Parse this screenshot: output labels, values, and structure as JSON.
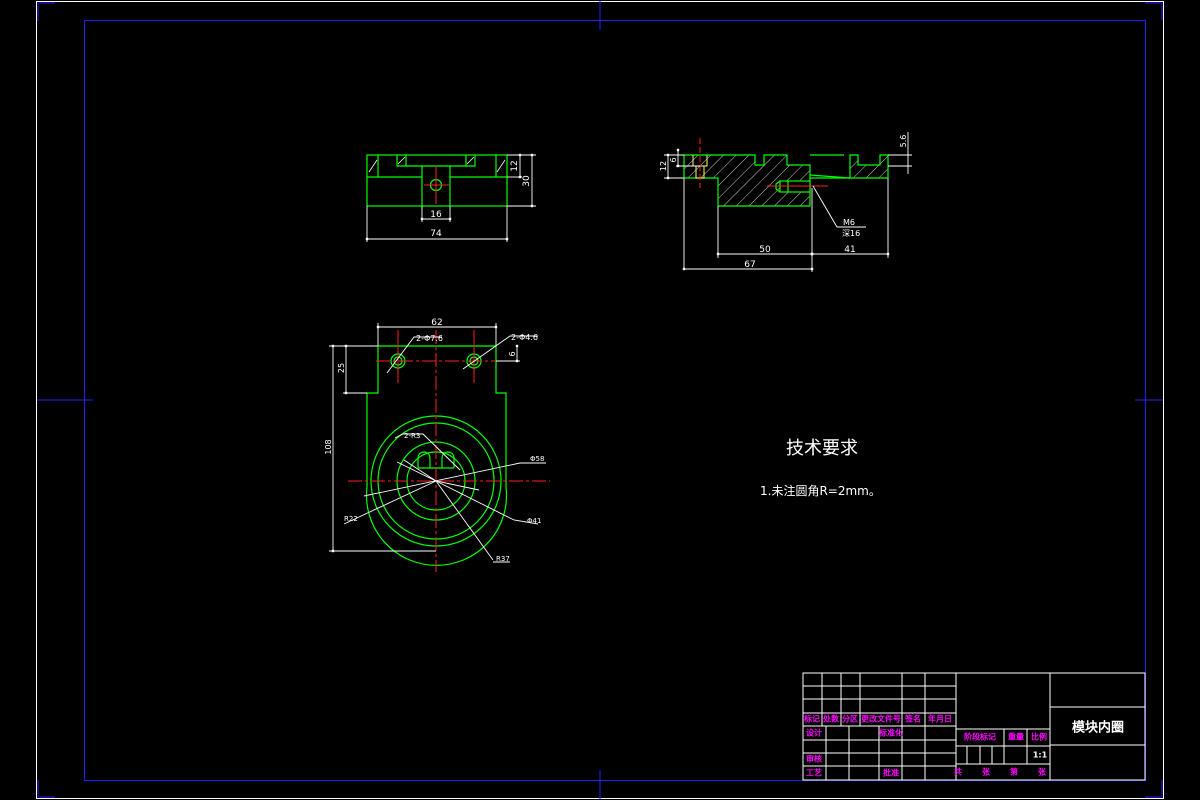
{
  "drawing": {
    "background": "#000000",
    "colors": {
      "outline": "#00ff00",
      "dimension": "#ffffff",
      "centerline": "#ff0000",
      "frame": "#1a1aff",
      "titleblock_text": "#ff00ff",
      "hatch_detail": "#ffff66"
    }
  },
  "top_view": {
    "dimensions": {
      "width": "74",
      "hole_span": "16",
      "height_small": "12",
      "height_total": "30"
    }
  },
  "section_view": {
    "dimensions": {
      "left_h": "12",
      "left_h2": "6",
      "right_h": "5.6",
      "span_a": "50",
      "span_b": "41",
      "span_c": "67"
    },
    "callout": {
      "thread": "M6",
      "depth": "深16"
    }
  },
  "plan_view": {
    "dimensions": {
      "width": "62",
      "top_depth": "25",
      "hole_offset": "6",
      "total_height": "108",
      "hole_left": "2-Φ7.6",
      "hole_right": "2-Φ4.6",
      "slot": "2-R3",
      "d_outer": "Φ58",
      "d_inner": "Φ41",
      "r_a": "R22",
      "r_b": "R37"
    }
  },
  "notes": {
    "title": "技术要求",
    "items": [
      "1.未注圆角R=2mm。"
    ]
  },
  "title_block": {
    "drawing_name": "模块内圈",
    "scale": "1:1",
    "headers": [
      "标记",
      "处数",
      "分区",
      "更改文件号",
      "签名",
      "年月日"
    ],
    "roles": {
      "design": "设计",
      "standardize": "标准化",
      "review": "审核",
      "process": "工艺",
      "approve": "批准"
    },
    "stage_label": "阶段标记",
    "weight_label": "重量",
    "scale_label": "比例",
    "sheet_label": "共　张　第　张"
  }
}
